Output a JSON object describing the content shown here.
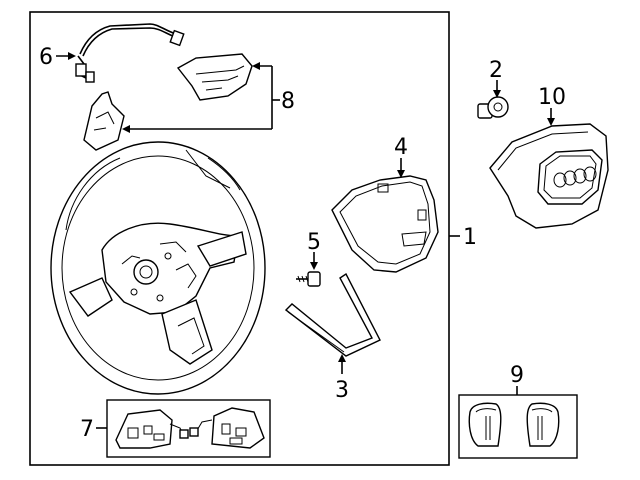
{
  "callouts": {
    "c1": "1",
    "c2": "2",
    "c3": "3",
    "c4": "4",
    "c5": "5",
    "c6": "6",
    "c7": "7",
    "c8": "8",
    "c9": "9",
    "c10": "10"
  },
  "parts": [
    {
      "callout": "1",
      "name": "steering-wheel-assembly"
    },
    {
      "callout": "2",
      "name": "screw"
    },
    {
      "callout": "3",
      "name": "trim-strip"
    },
    {
      "callout": "4",
      "name": "trim-cover"
    },
    {
      "callout": "5",
      "name": "bolt"
    },
    {
      "callout": "6",
      "name": "wiring-harness"
    },
    {
      "callout": "7",
      "name": "switch-assembly-pair"
    },
    {
      "callout": "8",
      "name": "switch-covers"
    },
    {
      "callout": "9",
      "name": "paddle-shifters"
    },
    {
      "callout": "10",
      "name": "airbag-module"
    }
  ]
}
